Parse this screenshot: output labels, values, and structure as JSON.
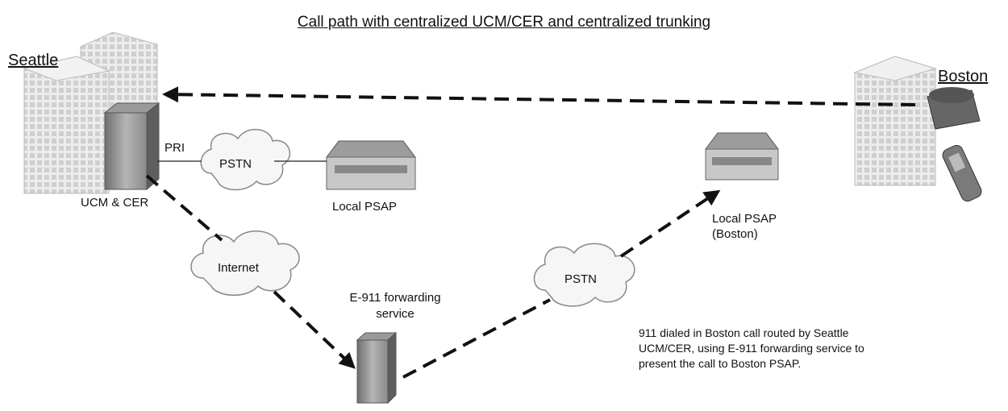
{
  "title": "Call path with centralized UCM/CER and centralized trunking",
  "sites": {
    "seattle": "Seattle",
    "boston": "Boston"
  },
  "labels": {
    "pri": "PRI",
    "ucm_cer": "UCM & CER",
    "pstn_1": "PSTN",
    "local_psap": "Local PSAP",
    "internet": "Internet",
    "e911_line1": "E-911 forwarding",
    "e911_line2": "service",
    "pstn_2": "PSTN",
    "local_psap_boston_line1": "Local PSAP",
    "local_psap_boston_line2": "(Boston)"
  },
  "note": {
    "line1": "911 dialed in Boston call routed by Seattle",
    "line2": "UCM/CER, using E-911 forwarding service to",
    "line3": "present the call to Boston PSAP."
  }
}
